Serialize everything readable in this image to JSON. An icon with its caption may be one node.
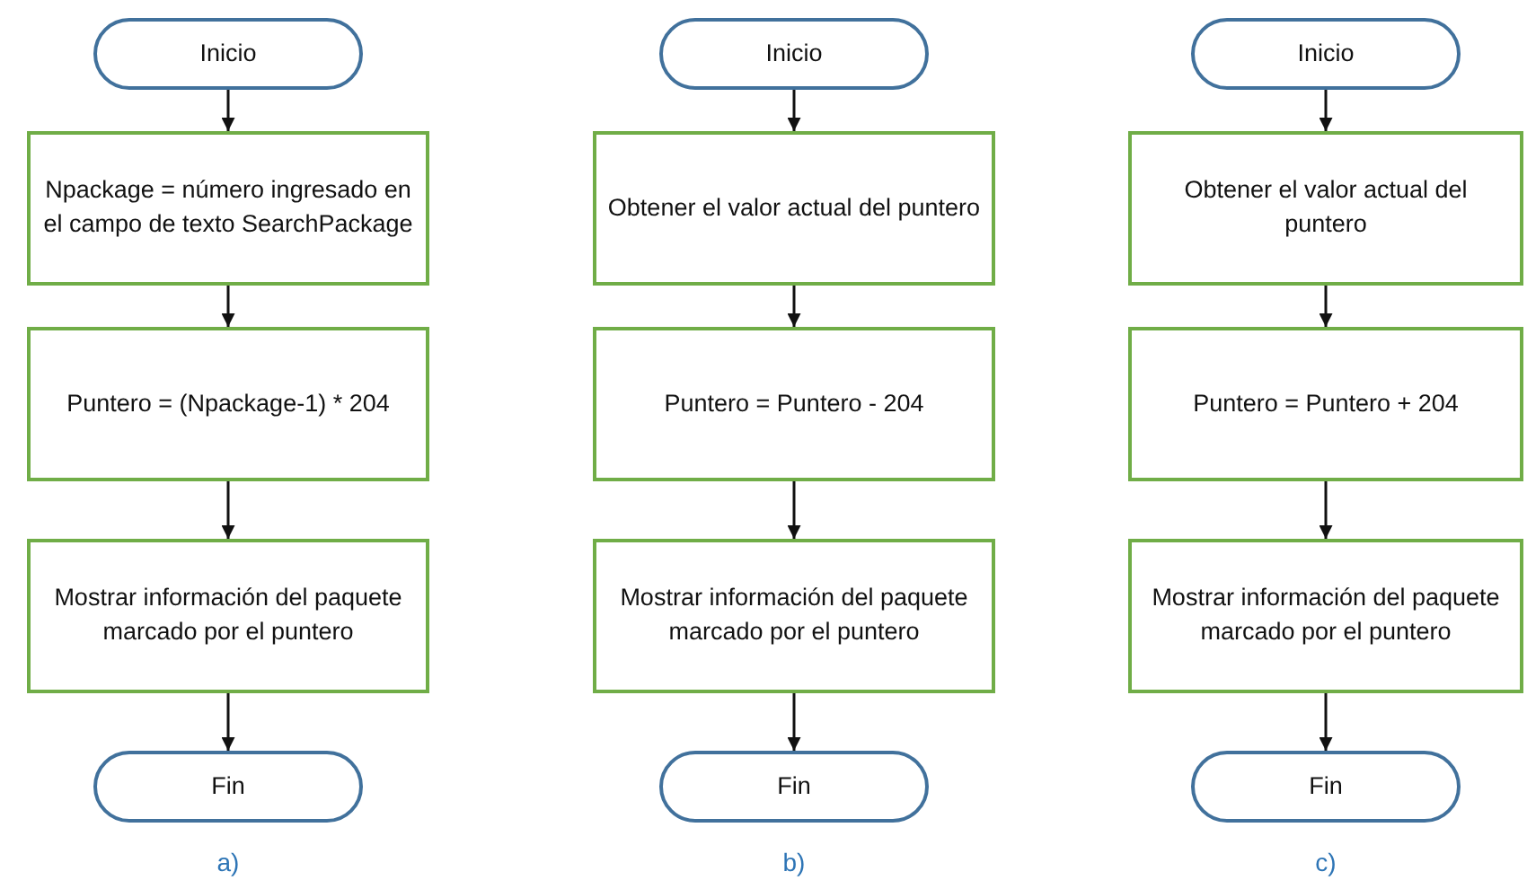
{
  "diagram": {
    "nodes": [
      {
        "text": [
          "Inicio"
        ]
      },
      {
        "text": [
          "Npackage = número ingresado en el campo de texto SearchPackage"
        ]
      },
      {
        "text": [
          "Puntero = (Npackage-1) * 204"
        ]
      },
      {
        "text": [
          "Mostrar información del paquete marcado por el puntero"
        ]
      },
      {
        "text": [
          "Fin"
        ]
      },
      {
        "text": [
          "Inicio"
        ]
      },
      {
        "text": [
          "Obtener el valor actual del puntero"
        ]
      },
      {
        "text": [
          "Puntero = Puntero - 204"
        ]
      },
      {
        "text": [
          "Mostrar información del paquete marcado por el puntero"
        ]
      },
      {
        "text": [
          "Fin"
        ]
      },
      {
        "text": [
          "Inicio"
        ]
      },
      {
        "text": [
          "Obtener el valor actual del puntero"
        ]
      },
      {
        "text": [
          "Puntero = Puntero + 204"
        ]
      },
      {
        "text": [
          "Mostrar información del paquete marcado por el puntero"
        ]
      },
      {
        "text": [
          "Fin"
        ]
      }
    ],
    "edges": [
      {
        "from": 0,
        "to": 1,
        "arrow": "to"
      },
      {
        "from": 1,
        "to": 2,
        "arrow": "to"
      },
      {
        "from": 2,
        "to": 3,
        "arrow": "to"
      },
      {
        "from": 3,
        "to": 4,
        "arrow": "to"
      },
      {
        "from": 5,
        "to": 6,
        "arrow": "to"
      },
      {
        "from": 6,
        "to": 7,
        "arrow": "to"
      },
      {
        "from": 7,
        "to": 8,
        "arrow": "to"
      },
      {
        "from": 8,
        "to": 9,
        "arrow": "to"
      },
      {
        "from": 10,
        "to": 11,
        "arrow": "to"
      },
      {
        "from": 11,
        "to": 12,
        "arrow": "to"
      },
      {
        "from": 12,
        "to": 13,
        "arrow": "to"
      },
      {
        "from": 13,
        "to": 14,
        "arrow": "to"
      }
    ],
    "labels": [
      "a)",
      "b)",
      "c)"
    ]
  }
}
